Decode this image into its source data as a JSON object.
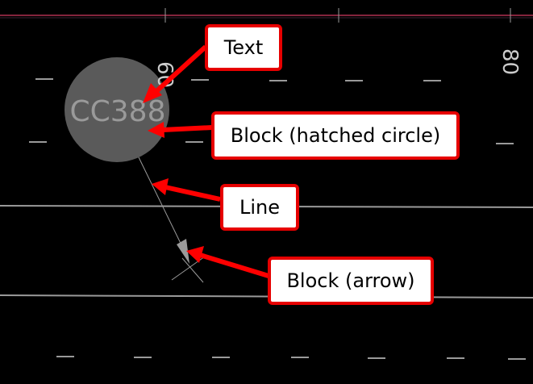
{
  "drawing": {
    "circle_label": "CC388",
    "station_labels": [
      "60",
      "80"
    ]
  },
  "annotations": [
    {
      "id": "text",
      "label": "Text"
    },
    {
      "id": "hatched-circle",
      "label": "Block (hatched circle)"
    },
    {
      "id": "line",
      "label": "Line"
    },
    {
      "id": "arrow",
      "label": "Block (arrow)"
    }
  ],
  "colors": {
    "background": "#000000",
    "callout_border": "#e60000",
    "callout_fill": "#ffffff",
    "arrow": "#ff0000",
    "circle_fill": "#5a5a5a",
    "circle_text": "#9a9a9a",
    "cad_lines": "#9a9a9a",
    "top_boundary": "#b03050"
  }
}
